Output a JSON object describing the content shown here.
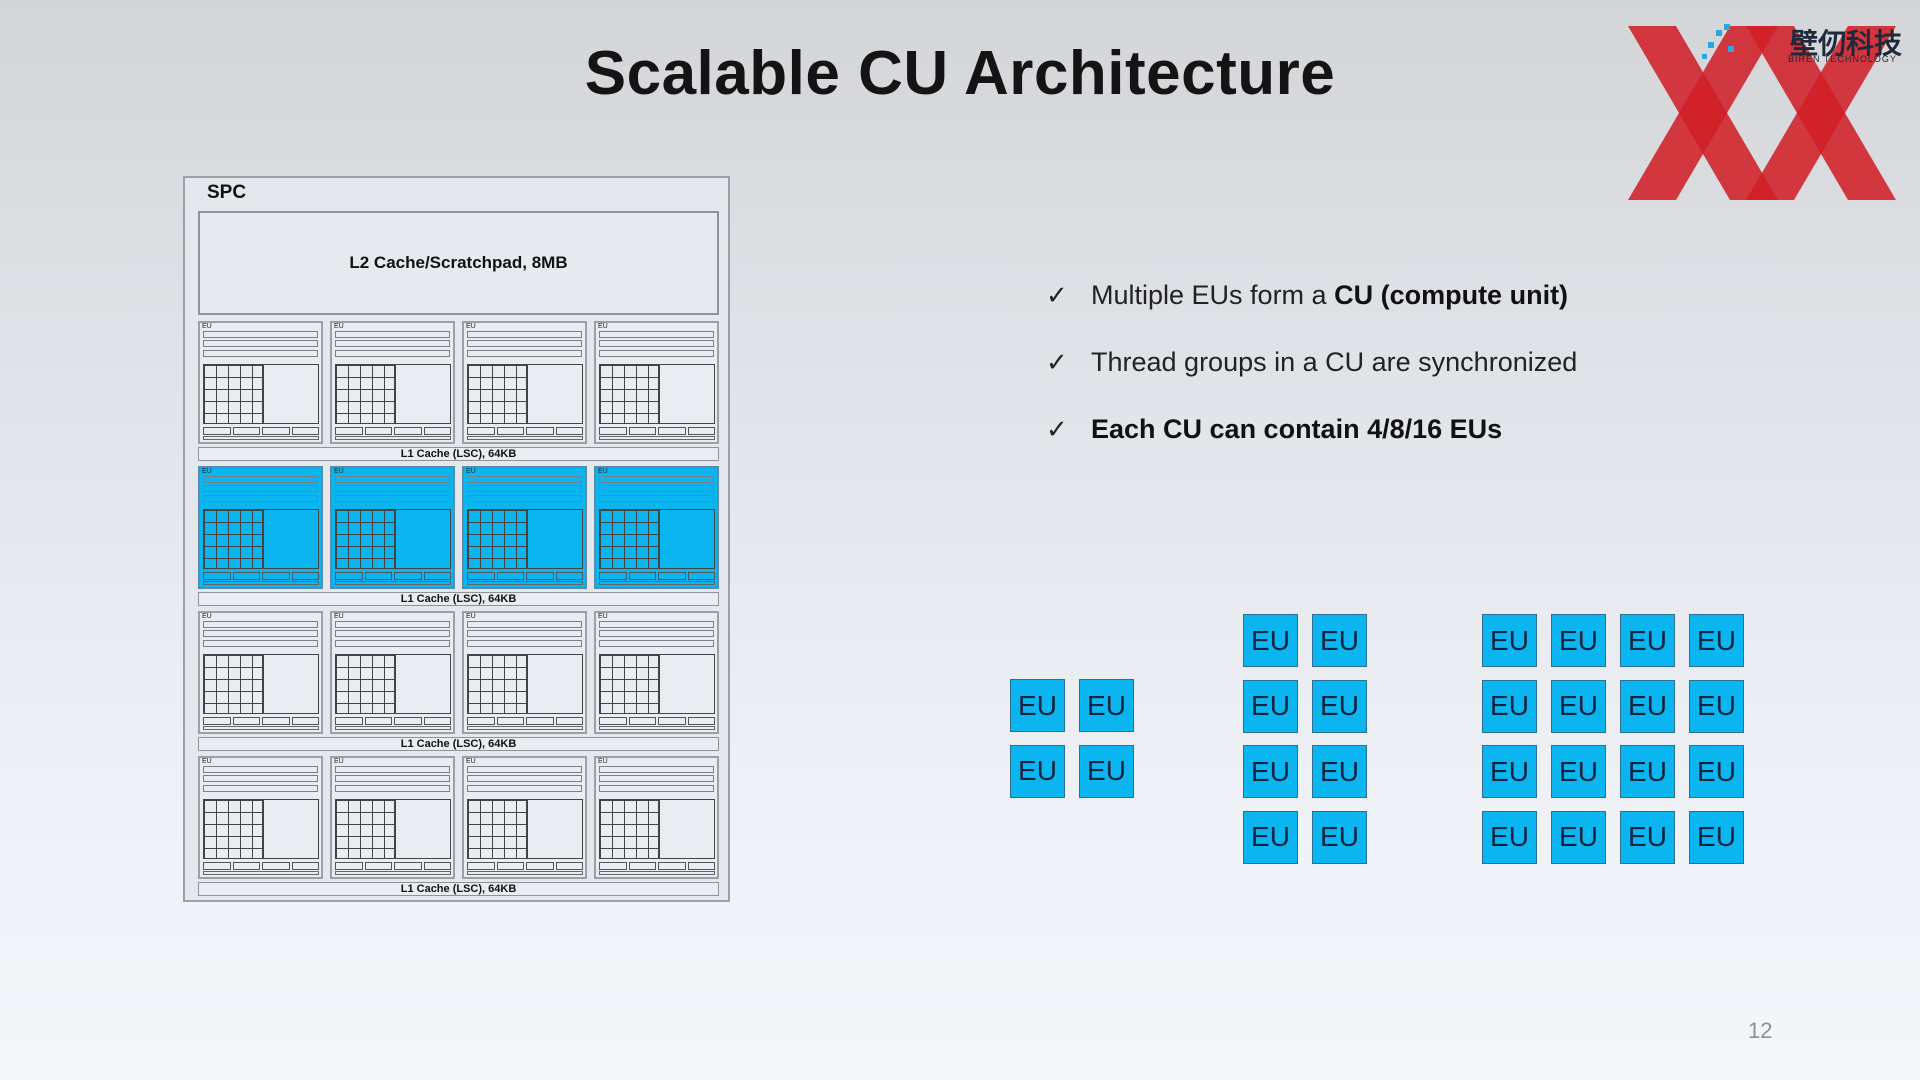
{
  "title": "Scalable CU Architecture",
  "logo": {
    "text": "壁仞科技",
    "sub": "BIREN TECHNOLOGY"
  },
  "spc": {
    "label": "SPC",
    "l2": "L2 Cache/Scratchpad, 8MB",
    "eu_label": "EU",
    "l1": "L1 Cache (LSC), 64KB",
    "highlighted_row": 2
  },
  "bullets": [
    {
      "check": "✓",
      "pre": "Multiple EUs form a ",
      "bold": "CU (compute unit)",
      "post": ""
    },
    {
      "check": "✓",
      "pre": "Thread groups in a CU are synchronized",
      "bold": "",
      "post": ""
    },
    {
      "check": "✓",
      "pre": "",
      "bold": "Each CU can contain 4/8/16 EUs",
      "post": ""
    }
  ],
  "eu_groups": {
    "label": "EU",
    "counts": [
      4,
      8,
      16
    ]
  },
  "page_number": "12",
  "colors": {
    "eu_blue": "#0bb5f0",
    "logo_red": "#d02028"
  }
}
